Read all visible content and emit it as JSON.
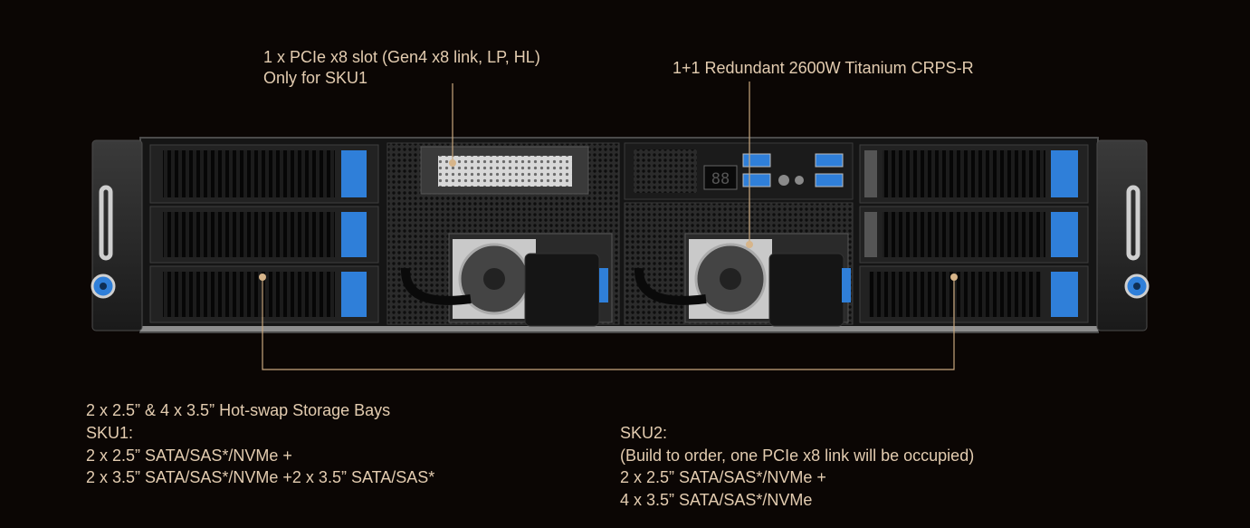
{
  "callouts": {
    "pcie": {
      "line1": "1 x PCIe x8 slot (Gen4 x8 link, LP, HL)",
      "line2": "Only for SKU1"
    },
    "psu": "1+1 Redundant 2600W Titanium CRPS-R",
    "storage": "2 x 2.5” & 4 x 3.5” Hot-swap Storage Bays"
  },
  "sku1": {
    "title": "SKU1:",
    "line1": "2 x 2.5” SATA/SAS*/NVMe +",
    "line2": "2 x 3.5” SATA/SAS*/NVMe +2 x 3.5” SATA/SAS*"
  },
  "sku2": {
    "title": "SKU2:",
    "line1": "(Build to order, one PCIe x8 link will be occupied)",
    "line2": "2 x 2.5” SATA/SAS*/NVMe +",
    "line3": "4 x 3.5” SATA/SAS*/NVMe"
  },
  "display_digits": "88",
  "colors": {
    "background": "#0b0604",
    "text": "#e3ccb0",
    "callout_dot": "#d7b58a",
    "accent_blue": "#2f7fd9"
  }
}
